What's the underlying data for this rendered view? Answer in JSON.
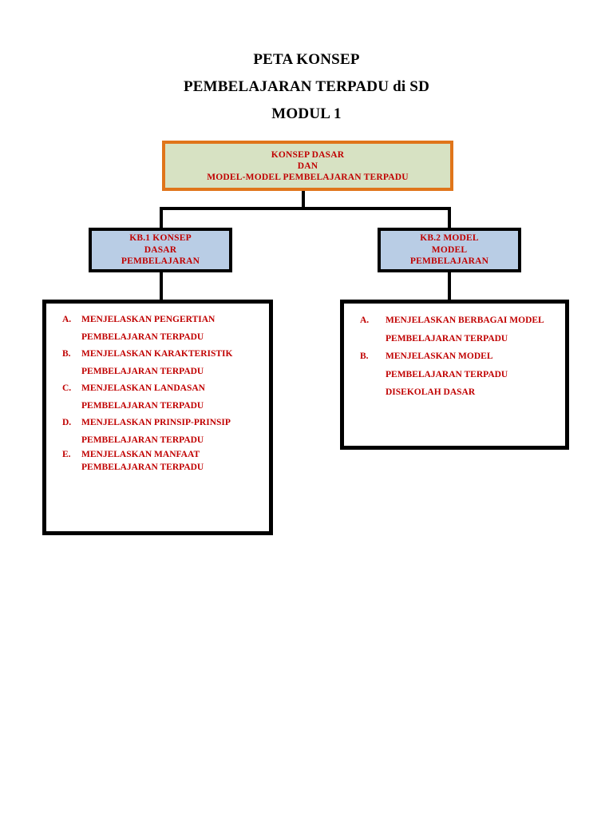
{
  "title": {
    "line1": "PETA KONSEP",
    "line2": "PEMBELAJARAN TERPADU di SD",
    "line3": "MODUL 1"
  },
  "colors": {
    "text_red": "#c00000",
    "root_fill": "#d7e2c3",
    "root_border": "#e0751a",
    "kb_fill": "#b9cde5",
    "kb_border": "#000000",
    "list_border": "#000000",
    "title_text": "#000000",
    "page_background": "#ffffff"
  },
  "root_node": {
    "line1": "KONSEP DASAR",
    "line2": "DAN",
    "line3": "MODEL-MODEL PEMBELAJARAN TERPADU"
  },
  "branches": [
    {
      "id": "kb1",
      "header": {
        "line1": "KB.1 KONSEP",
        "line2": "DASAR",
        "line3": "PEMBELAJARAN"
      },
      "items": [
        {
          "marker": "A.",
          "text": "MENJELASKAN PENGERTIAN PEMBELAJARAN TERPADU",
          "tight": false
        },
        {
          "marker": "B.",
          "text": "MENJELASKAN KARAKTERISTIK PEMBELAJARAN TERPADU",
          "tight": false
        },
        {
          "marker": "C.",
          "text": "MENJELASKAN LANDASAN PEMBELAJARAN TERPADU",
          "tight": false
        },
        {
          "marker": "D.",
          "text": "MENJELASKAN PRINSIP-PRINSIP PEMBELAJARAN TERPADU",
          "tight": false
        },
        {
          "marker": "E.",
          "text": "MENJELASKAN MANFAAT PEMBELAJARAN TERPADU",
          "tight": true
        }
      ]
    },
    {
      "id": "kb2",
      "header": {
        "line1": "KB.2 MODEL",
        "line2": "MODEL",
        "line3": "PEMBELAJARAN"
      },
      "items": [
        {
          "marker": "A.",
          "text": "MENJELASKAN BERBAGAI MODEL PEMBELAJARAN TERPADU",
          "tight": false
        },
        {
          "marker": "B.",
          "text": "MENJELASKAN MODEL PEMBELAJARAN TERPADU DISEKOLAH DASAR",
          "tight": false
        }
      ]
    }
  ]
}
